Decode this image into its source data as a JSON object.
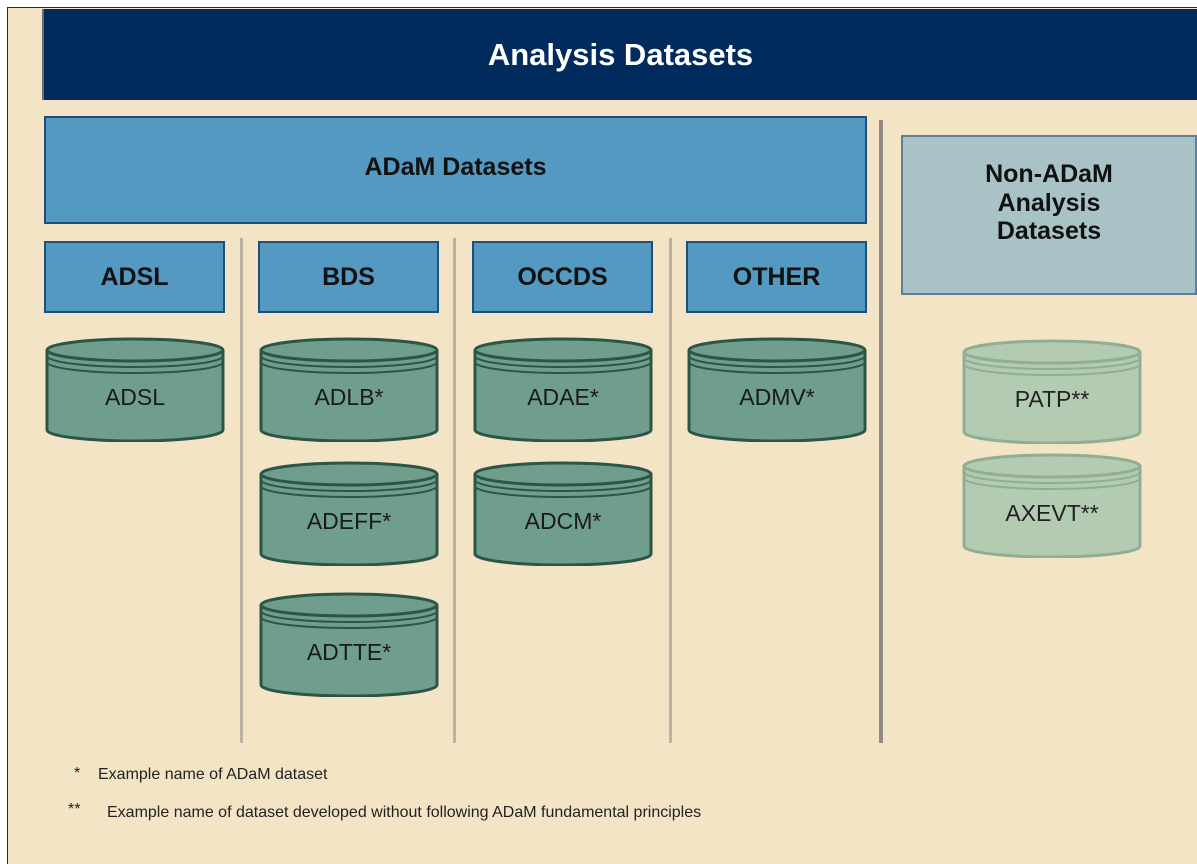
{
  "title": "Analysis Datasets",
  "adam_group": {
    "label": "ADaM Datasets"
  },
  "non_adam_group": {
    "label_lines": [
      "Non-ADaM",
      "Analysis",
      "Datasets"
    ]
  },
  "categories": [
    {
      "label": "ADSL",
      "datasets": [
        "ADSL"
      ]
    },
    {
      "label": "BDS",
      "datasets": [
        "ADLB*",
        "ADEFF*",
        "ADTTE*"
      ]
    },
    {
      "label": "OCCDS",
      "datasets": [
        "ADAE*",
        "ADCM*"
      ]
    },
    {
      "label": "OTHER",
      "datasets": [
        "ADMV*"
      ]
    }
  ],
  "non_adam_datasets": [
    "PATP**",
    "AXEVT**"
  ],
  "footnotes": [
    {
      "marker": "*",
      "text": "Example name of ADaM dataset"
    },
    {
      "marker": "**",
      "text": "Example name of dataset developed without following ADaM fundamental principles"
    }
  ],
  "colors": {
    "background": "#f3e4c6",
    "header": "#002b5c",
    "adam_box": "#5399c2",
    "non_adam_box": "#a9c2c6",
    "adam_cylinder": "#6f9f8c",
    "non_adam_cylinder": "#b3cbb0"
  },
  "icons": {
    "dataset": "database-cylinder-icon"
  }
}
